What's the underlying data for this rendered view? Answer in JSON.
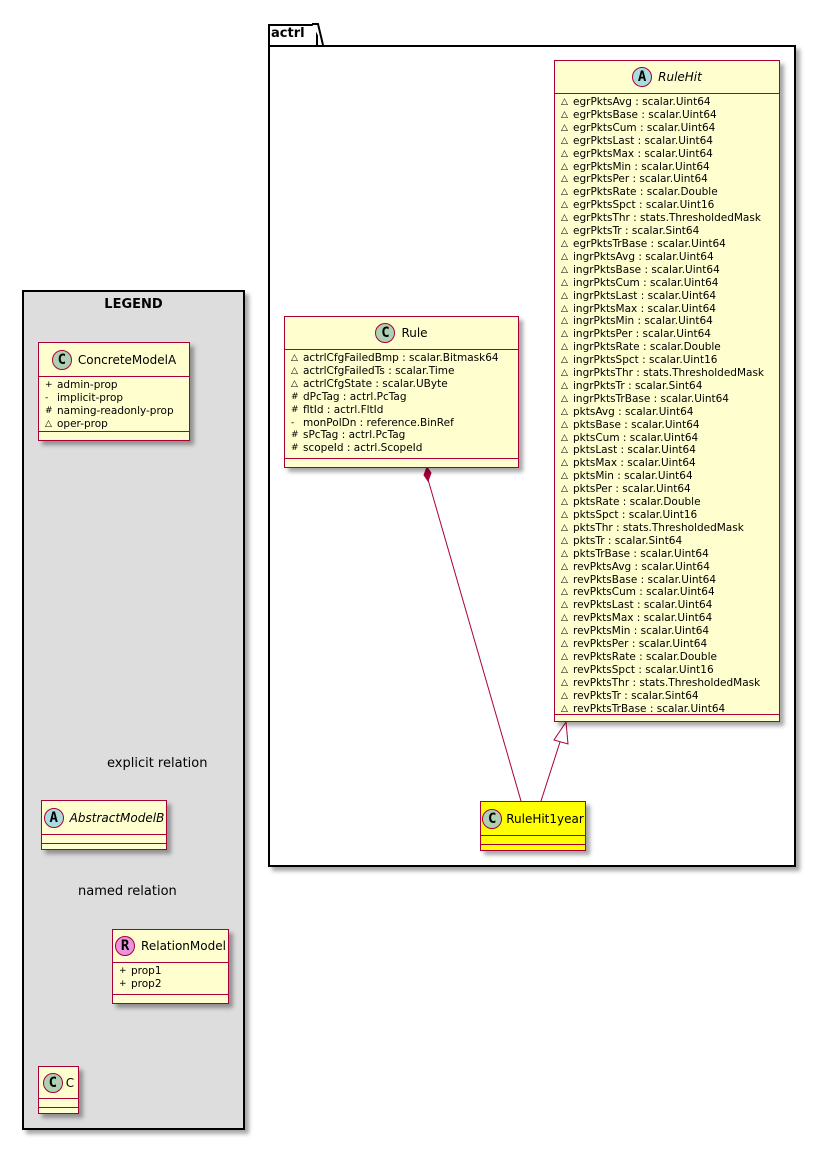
{
  "legend": {
    "title": "LEGEND",
    "concrete": {
      "name": "ConcreteModelA",
      "badge": "C",
      "attrs": [
        {
          "vis": "+",
          "text": "admin-prop"
        },
        {
          "vis": "-",
          "text": "implicit-prop"
        },
        {
          "vis": "#",
          "text": "naming-readonly-prop"
        },
        {
          "vis": "△",
          "text": "oper-prop"
        }
      ]
    },
    "explicit_label": "explicit relation",
    "abstract": {
      "name": "AbstractModelB",
      "badge": "A"
    },
    "named_label": "named relation",
    "relation": {
      "name": "RelationModel",
      "badge": "R",
      "attrs": [
        {
          "vis": "+",
          "text": "prop1"
        },
        {
          "vis": "+",
          "text": "prop2"
        }
      ]
    },
    "c": {
      "name": "C",
      "badge": "C"
    }
  },
  "package": {
    "name": "actrl",
    "rule": {
      "name": "Rule",
      "badge": "C",
      "attrs": [
        {
          "vis": "△",
          "text": "actrlCfgFailedBmp : scalar.Bitmask64"
        },
        {
          "vis": "△",
          "text": "actrlCfgFailedTs : scalar.Time"
        },
        {
          "vis": "△",
          "text": "actrlCfgState : scalar.UByte"
        },
        {
          "vis": "#",
          "text": "dPcTag : actrl.PcTag"
        },
        {
          "vis": "#",
          "text": "fltId : actrl.FltId"
        },
        {
          "vis": "-",
          "text": "monPolDn : reference.BinRef"
        },
        {
          "vis": "#",
          "text": "sPcTag : actrl.PcTag"
        },
        {
          "vis": "#",
          "text": "scopeId : actrl.ScopeId"
        }
      ]
    },
    "rulehit": {
      "name": "RuleHit",
      "badge": "A",
      "attrs": [
        {
          "vis": "△",
          "text": "egrPktsAvg : scalar.Uint64"
        },
        {
          "vis": "△",
          "text": "egrPktsBase : scalar.Uint64"
        },
        {
          "vis": "△",
          "text": "egrPktsCum : scalar.Uint64"
        },
        {
          "vis": "△",
          "text": "egrPktsLast : scalar.Uint64"
        },
        {
          "vis": "△",
          "text": "egrPktsMax : scalar.Uint64"
        },
        {
          "vis": "△",
          "text": "egrPktsMin : scalar.Uint64"
        },
        {
          "vis": "△",
          "text": "egrPktsPer : scalar.Uint64"
        },
        {
          "vis": "△",
          "text": "egrPktsRate : scalar.Double"
        },
        {
          "vis": "△",
          "text": "egrPktsSpct : scalar.Uint16"
        },
        {
          "vis": "△",
          "text": "egrPktsThr : stats.ThresholdedMask"
        },
        {
          "vis": "△",
          "text": "egrPktsTr : scalar.Sint64"
        },
        {
          "vis": "△",
          "text": "egrPktsTrBase : scalar.Uint64"
        },
        {
          "vis": "△",
          "text": "ingrPktsAvg : scalar.Uint64"
        },
        {
          "vis": "△",
          "text": "ingrPktsBase : scalar.Uint64"
        },
        {
          "vis": "△",
          "text": "ingrPktsCum : scalar.Uint64"
        },
        {
          "vis": "△",
          "text": "ingrPktsLast : scalar.Uint64"
        },
        {
          "vis": "△",
          "text": "ingrPktsMax : scalar.Uint64"
        },
        {
          "vis": "△",
          "text": "ingrPktsMin : scalar.Uint64"
        },
        {
          "vis": "△",
          "text": "ingrPktsPer : scalar.Uint64"
        },
        {
          "vis": "△",
          "text": "ingrPktsRate : scalar.Double"
        },
        {
          "vis": "△",
          "text": "ingrPktsSpct : scalar.Uint16"
        },
        {
          "vis": "△",
          "text": "ingrPktsThr : stats.ThresholdedMask"
        },
        {
          "vis": "△",
          "text": "ingrPktsTr : scalar.Sint64"
        },
        {
          "vis": "△",
          "text": "ingrPktsTrBase : scalar.Uint64"
        },
        {
          "vis": "△",
          "text": "pktsAvg : scalar.Uint64"
        },
        {
          "vis": "△",
          "text": "pktsBase : scalar.Uint64"
        },
        {
          "vis": "△",
          "text": "pktsCum : scalar.Uint64"
        },
        {
          "vis": "△",
          "text": "pktsLast : scalar.Uint64"
        },
        {
          "vis": "△",
          "text": "pktsMax : scalar.Uint64"
        },
        {
          "vis": "△",
          "text": "pktsMin : scalar.Uint64"
        },
        {
          "vis": "△",
          "text": "pktsPer : scalar.Uint64"
        },
        {
          "vis": "△",
          "text": "pktsRate : scalar.Double"
        },
        {
          "vis": "△",
          "text": "pktsSpct : scalar.Uint16"
        },
        {
          "vis": "△",
          "text": "pktsThr : stats.ThresholdedMask"
        },
        {
          "vis": "△",
          "text": "pktsTr : scalar.Sint64"
        },
        {
          "vis": "△",
          "text": "pktsTrBase : scalar.Uint64"
        },
        {
          "vis": "△",
          "text": "revPktsAvg : scalar.Uint64"
        },
        {
          "vis": "△",
          "text": "revPktsBase : scalar.Uint64"
        },
        {
          "vis": "△",
          "text": "revPktsCum : scalar.Uint64"
        },
        {
          "vis": "△",
          "text": "revPktsLast : scalar.Uint64"
        },
        {
          "vis": "△",
          "text": "revPktsMax : scalar.Uint64"
        },
        {
          "vis": "△",
          "text": "revPktsMin : scalar.Uint64"
        },
        {
          "vis": "△",
          "text": "revPktsPer : scalar.Uint64"
        },
        {
          "vis": "△",
          "text": "revPktsRate : scalar.Double"
        },
        {
          "vis": "△",
          "text": "revPktsSpct : scalar.Uint16"
        },
        {
          "vis": "△",
          "text": "revPktsThr : stats.ThresholdedMask"
        },
        {
          "vis": "△",
          "text": "revPktsTr : scalar.Sint64"
        },
        {
          "vis": "△",
          "text": "revPktsTrBase : scalar.Uint64"
        }
      ]
    },
    "rulehit1year": {
      "name": "RuleHit1year",
      "badge": "C"
    }
  },
  "colors": {
    "class_fill": "#FEFECE",
    "class_border": "#A80036",
    "highlight_fill": "#FFFF00",
    "legend_fill": "#DDDDDD",
    "badge_class": "#ADD1B2",
    "badge_abstract": "#A9DCDF",
    "badge_relation": "#EB93DF"
  }
}
